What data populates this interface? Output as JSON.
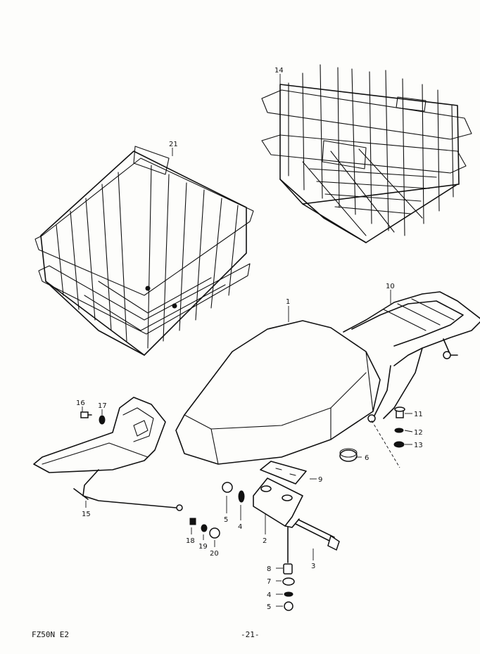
{
  "footer": {
    "model_code": "FZ50N E2",
    "page_number": "-21-"
  },
  "callouts": {
    "p1": "1",
    "p2": "2",
    "p3": "3",
    "p4a": "4",
    "p4b": "4",
    "p5a": "5",
    "p5b": "5",
    "p6": "6",
    "p7": "7",
    "p8": "8",
    "p9": "9",
    "p10": "10",
    "p11": "11",
    "p12": "12",
    "p13": "13",
    "p14": "14",
    "p15": "15",
    "p16": "16",
    "p17": "17",
    "p18": "18",
    "p19": "19",
    "p20": "20",
    "p21": "21"
  }
}
